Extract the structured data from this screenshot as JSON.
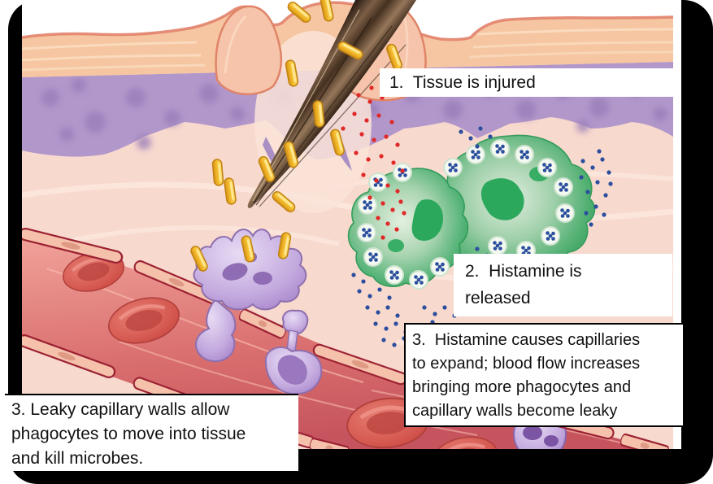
{
  "figure_labels": {
    "step1": "1.  Tissue is injured",
    "step2": "2.  Histamine is\nreleased",
    "step3_right": "3.  Histamine causes capillaries\nto expand; blood flow increases\nbringing more phagocytes and\ncapillary walls become leaky",
    "step3_left": "3. Leaky capillary walls allow\nphagocytes to move into tissue\nand kill microbes."
  },
  "colors": {
    "frame_black": "#000000",
    "label_background": "#ffffff",
    "label_text": "#111111",
    "epidermis_salmon": "#f6c6a2",
    "epidermis_purple": "#b297cb",
    "dermis_pink": "#f8d9ce",
    "bacteria_yellow": "#f2b929",
    "splinter_brown": "#5d4430",
    "mast_cell_green": "#3ba463",
    "histamine_blue": "#2b4e9e",
    "signal_red": "#e02828",
    "phagocyte_purple": "#c4abdf",
    "vessel_interior_red": "#cc5a60",
    "vessel_wall_outline": "#9c2133",
    "red_blood_cell": "#d4574f"
  }
}
